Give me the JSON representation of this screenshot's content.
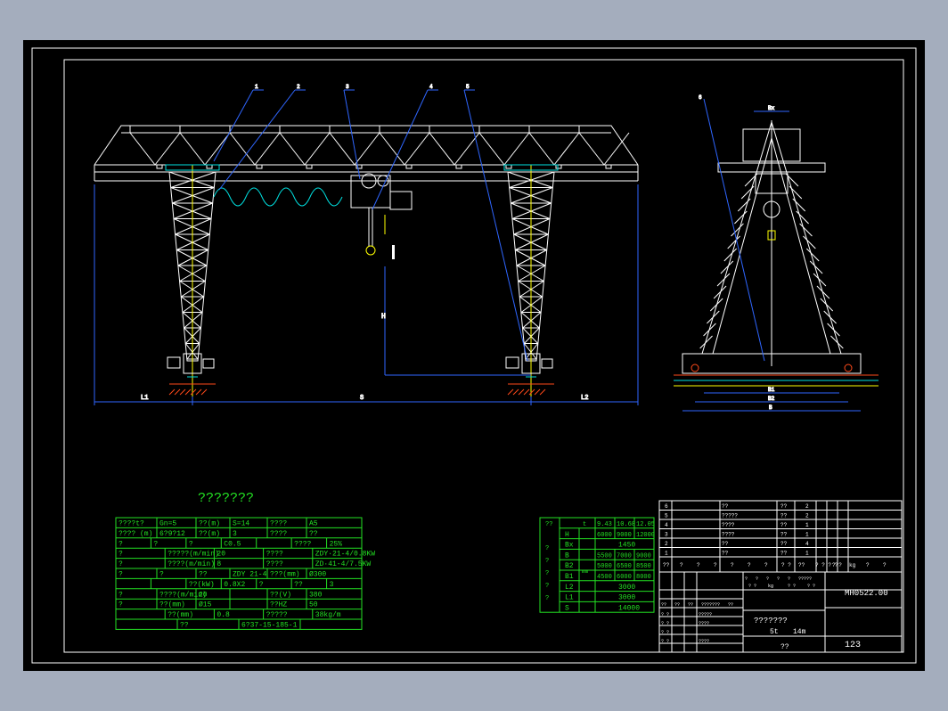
{
  "title": "???????",
  "colors": {
    "background": "#a4adbd",
    "sheet": "#000000",
    "frame": "#ffffff",
    "structure": "#ffffff",
    "dimension": "#2f66ff",
    "table": "#23e023",
    "table_text": "#ffffff",
    "hook": "#ffff00",
    "rail": "#00e0e0",
    "ground": "#ff4a1a"
  },
  "callouts": [
    "1",
    "2",
    "3",
    "4",
    "5"
  ],
  "side_callout": "6",
  "dims": {
    "L1": "L1",
    "S": "S",
    "L2": "L2",
    "H": "H",
    "B": "B",
    "B1": "B1",
    "B2": "B2",
    "Bx": "Bx"
  },
  "params": [
    [
      "????t?",
      "Gn=5",
      "??(m)",
      "S=14",
      "????",
      "A5"
    ],
    [
      "???? (m)",
      "6?9?12",
      "??(m)",
      "3",
      "????",
      "??"
    ],
    [
      "?",
      "?",
      "?",
      "C0.5",
      "",
      "????",
      "25%"
    ],
    [
      "?",
      "?????(m/min)",
      "20",
      "????",
      "ZDY·21-4/0.8KW"
    ],
    [
      "?",
      "????(m/min)",
      "8",
      "????",
      "ZD·41-4/7.5KW"
    ],
    [
      "?",
      "?",
      "??",
      "ZDY 21-4",
      "???(mm)",
      "Ø300"
    ],
    [
      "",
      "",
      "??(kW)",
      "0.8X2",
      "?",
      "??",
      "3"
    ],
    [
      "?",
      "????(m/min)",
      "20",
      "",
      "??(V)",
      "380"
    ],
    [
      "?",
      "??(mm)",
      "Ø15",
      "",
      "??HZ",
      "50"
    ],
    [
      "",
      "??(mm)",
      "0.8",
      "?????",
      "38kg/m"
    ],
    [
      "",
      "??",
      "6?37-15-185-1",
      ""
    ]
  ],
  "dimtable": {
    "head": [
      "??",
      "t",
      "9.43",
      "10.68",
      "12.05"
    ],
    "rows": [
      [
        "H",
        "6000",
        "9000",
        "12000"
      ],
      [
        "Bx",
        "1450"
      ],
      [
        "B",
        "5500",
        "7000",
        "9000"
      ],
      [
        "B2",
        "5000",
        "6500",
        "8500"
      ],
      [
        "B1",
        "4500",
        "6000",
        "8000"
      ],
      [
        "L2",
        "3000"
      ],
      [
        "L1",
        "3000"
      ],
      [
        "S",
        "14000"
      ]
    ],
    "side": [
      "?",
      "?",
      "?",
      "?",
      "?"
    ],
    "unit": "mm"
  },
  "bom": [
    [
      "6",
      "??",
      "??",
      "2"
    ],
    [
      "5",
      "?????",
      "??",
      "2"
    ],
    [
      "4",
      "????",
      "??",
      "1"
    ],
    [
      "3",
      "????",
      "??",
      "1"
    ],
    [
      "2",
      "??",
      "??",
      "4"
    ],
    [
      "1",
      "??",
      "??",
      "1"
    ]
  ],
  "bom_head": [
    "??",
    "?",
    "?",
    "?",
    "?",
    "?",
    "?",
    "? ?",
    "??",
    "? ? ? ?",
    "? ?",
    "kg",
    "?",
    "?"
  ],
  "titleblock": {
    "drawing_no": "MH0522.00",
    "name": "???????",
    "spec_t": "5t",
    "spec_m": "14m",
    "material": "??",
    "code": "123",
    "stage": [
      "?",
      "?",
      "?",
      "?",
      "?",
      "????",
      "?"
    ],
    "weight_row": [
      "? ?",
      "kg",
      "? ?",
      "? ?"
    ],
    "bottom_left": [
      "??",
      "??",
      "??",
      "?????",
      "??",
      "??"
    ],
    "sign1": [
      "? ?",
      "?????"
    ],
    "sign2": [
      "? ?",
      "????"
    ],
    "sign3": [
      "? ?",
      ""
    ],
    "sign4": [
      "? ?",
      "????"
    ]
  }
}
